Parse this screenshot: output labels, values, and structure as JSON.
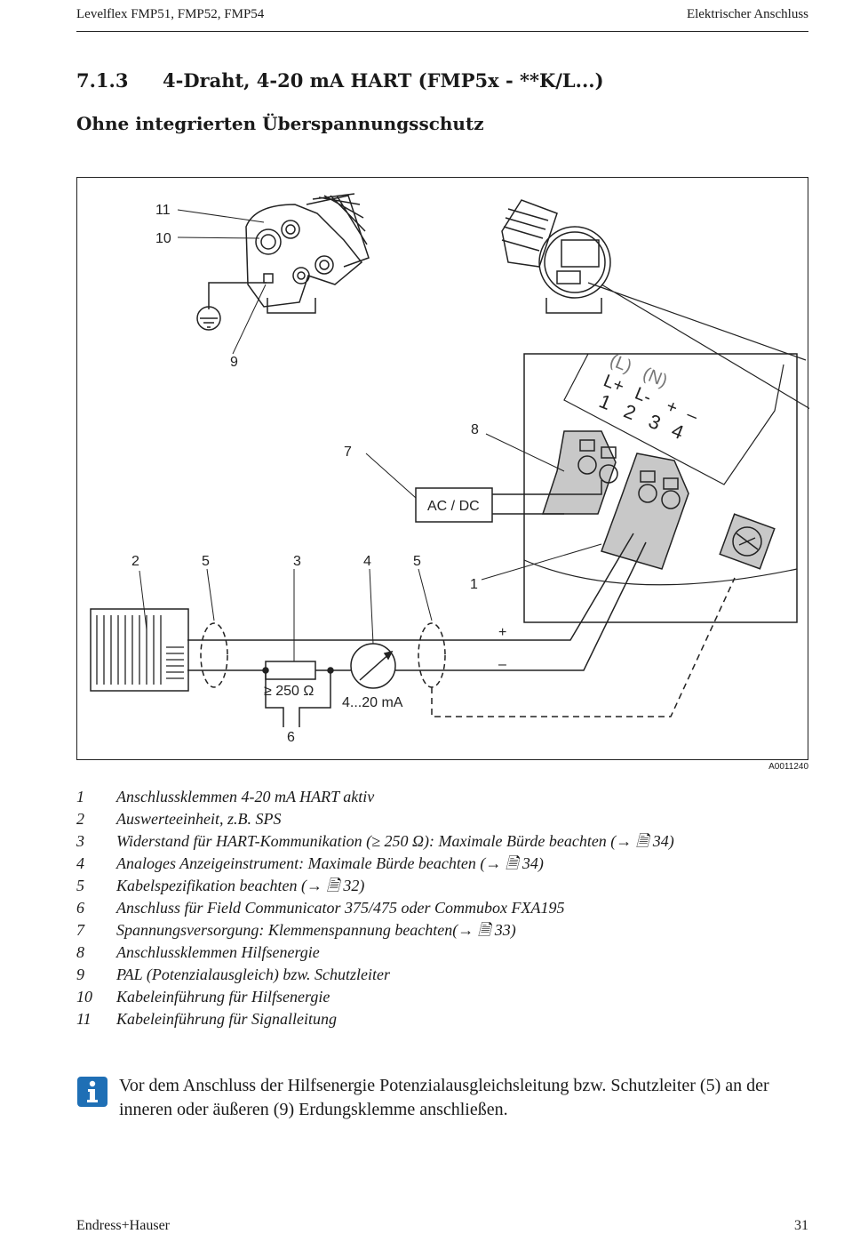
{
  "header": {
    "left": "Levelflex FMP51, FMP52, FMP54",
    "right": "Elektrischer Anschluss"
  },
  "section": {
    "number": "7.1.3",
    "title": "4-Draht, 4-20 mA HART (FMP5x - **K/L...)"
  },
  "subtitle": "Ohne integrierten Überspannungsschutz",
  "figure": {
    "code": "A0011240",
    "callouts": {
      "c1": "1",
      "c2": "2",
      "c3": "3",
      "c4": "4",
      "c5a": "5",
      "c5b": "5",
      "c6": "6",
      "c7": "7",
      "c8": "8",
      "c9": "9",
      "c10": "10",
      "c11": "11"
    },
    "labels": {
      "power_supply": "AC / DC",
      "resistor": "≥ 250 Ω",
      "meter": "4...20 mA",
      "plus": "+",
      "minus": "–",
      "terminal_L_pol": "(L)",
      "terminal_N_pol": "(N)",
      "terminal_Lplus": "L+",
      "terminal_Lminus": "L-",
      "terminal_plus": "+",
      "terminal_minus": "–",
      "t1": "1",
      "t2": "2",
      "t3": "3",
      "t4": "4"
    }
  },
  "legend": [
    {
      "num": "1",
      "text": "Anschlussklemmen 4-20 mA HART aktiv"
    },
    {
      "num": "2",
      "text": "Auswerteeinheit, z.B. SPS"
    },
    {
      "num": "3",
      "text": "Widerstand für HART-Kommunikation (≥ 250 Ω): Maximale Bürde beachten (→ 🗎 34)"
    },
    {
      "num": "4",
      "text": "Analoges Anzeigeinstrument: Maximale Bürde beachten (→ 🗎 34)"
    },
    {
      "num": "5",
      "text": "Kabelspezifikation beachten (→ 🗎 32)"
    },
    {
      "num": "6",
      "text": "Anschluss für Field Communicator 375/475 oder Commubox FXA195"
    },
    {
      "num": "7",
      "text": "Spannungsversorgung: Klemmenspannung beachten(→ 🗎 33)"
    },
    {
      "num": "8",
      "text": "Anschlussklemmen Hilfsenergie"
    },
    {
      "num": "9",
      "text": "PAL (Potenzialausgleich) bzw. Schutzleiter"
    },
    {
      "num": "10",
      "text": "Kabeleinführung für Hilfsenergie"
    },
    {
      "num": "11",
      "text": "Kabeleinführung für Signalleitung"
    }
  ],
  "note": {
    "icon": "info-icon",
    "text": "Vor dem Anschluss der Hilfsenergie Potenzialausgleichsleitung bzw. Schutzleiter (5) an der inneren oder äußeren (9) Erdungsklemme anschließen."
  },
  "footer": {
    "left": "Endress+Hauser",
    "right": "31"
  },
  "colors": {
    "info_blue": "#1f6fb5",
    "terminal_gray": "#c8c8c8"
  }
}
